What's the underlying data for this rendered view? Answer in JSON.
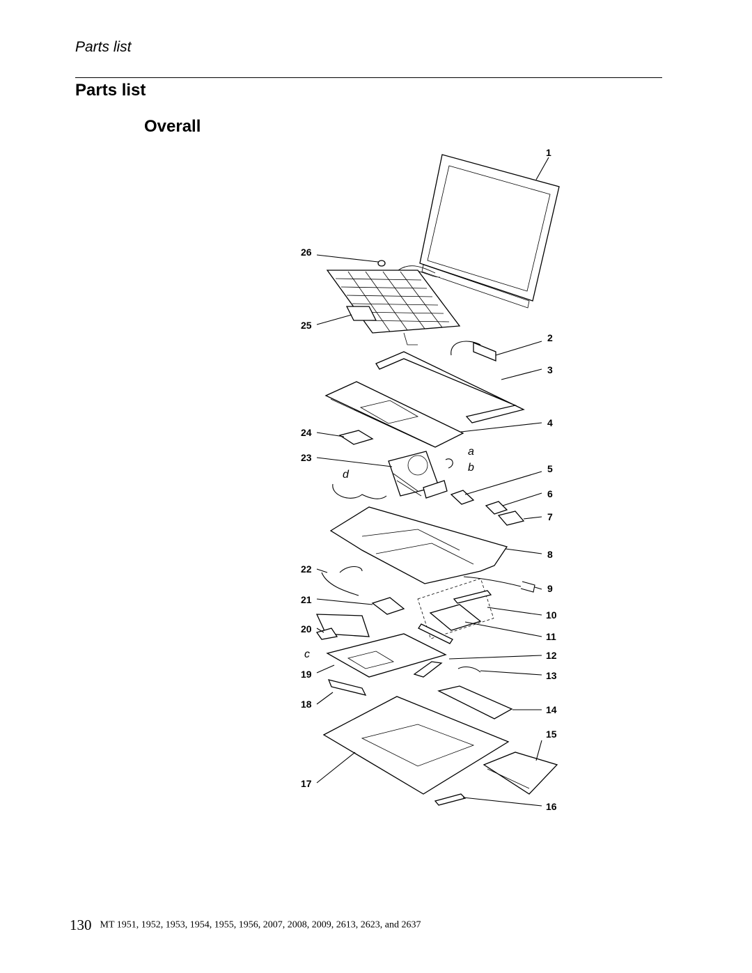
{
  "header": {
    "running_title": "Parts list"
  },
  "section": {
    "title": "Parts list",
    "subtitle": "Overall"
  },
  "diagram": {
    "callouts": [
      "1",
      "2",
      "3",
      "4",
      "5",
      "6",
      "7",
      "8",
      "9",
      "10",
      "11",
      "12",
      "13",
      "14",
      "15",
      "16",
      "17",
      "18",
      "19",
      "20",
      "21",
      "22",
      "23",
      "24",
      "25",
      "26"
    ],
    "letters": [
      "a",
      "b",
      "c",
      "d"
    ]
  },
  "footer": {
    "page_number": "130",
    "text": "MT 1951, 1952, 1953, 1954, 1955, 1956, 2007, 2008, 2009, 2613, 2623, and 2637"
  }
}
